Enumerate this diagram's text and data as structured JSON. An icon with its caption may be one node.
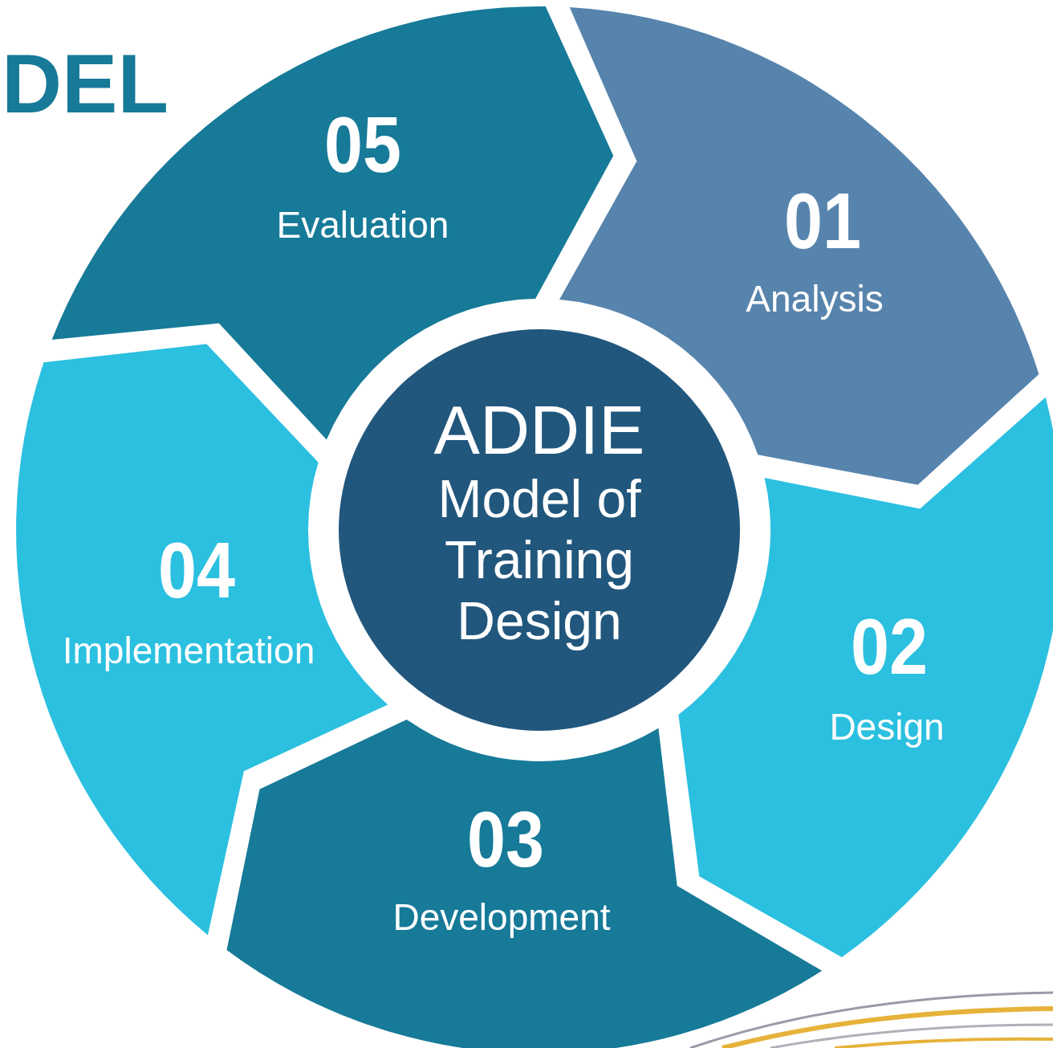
{
  "diagram": {
    "title": "DEL",
    "nodes": [
      {
        "text": [
          "01",
          "Analysis"
        ]
      },
      {
        "text": [
          "02",
          "Design"
        ]
      },
      {
        "text": [
          "03",
          "Development"
        ]
      },
      {
        "text": [
          "04",
          "Implementation"
        ]
      },
      {
        "text": [
          "05",
          "Evaluation"
        ]
      },
      {
        "text": [
          "ADDIE",
          "Model of Training Design"
        ]
      }
    ]
  }
}
